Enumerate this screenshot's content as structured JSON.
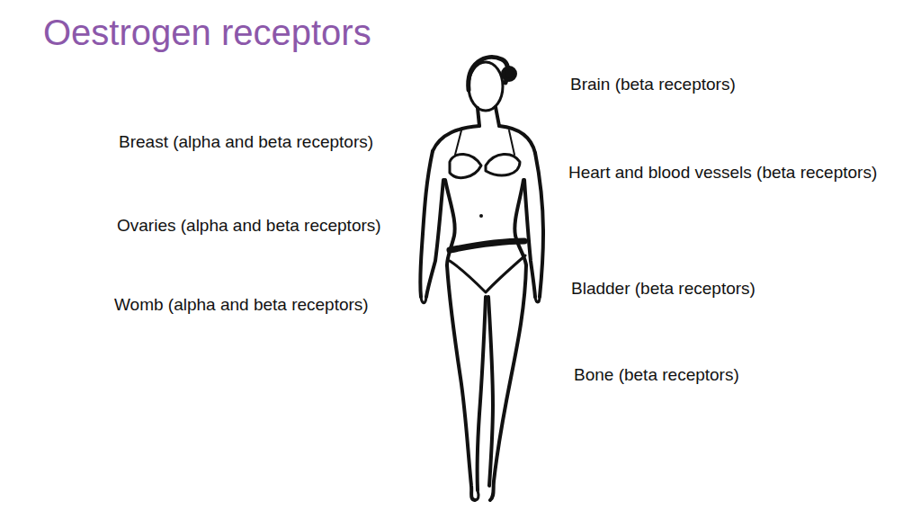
{
  "diagram": {
    "title": "Oestrogen receptors",
    "labels": [
      "Brain (beta receptors)",
      "Breast (alpha and beta receptors)",
      "Heart and blood vessels (beta receptors)",
      "Ovaries (alpha and beta receptors)",
      "Bladder (beta receptors)",
      "Womb (alpha and beta receptors)",
      "Bone (beta receptors)"
    ]
  }
}
